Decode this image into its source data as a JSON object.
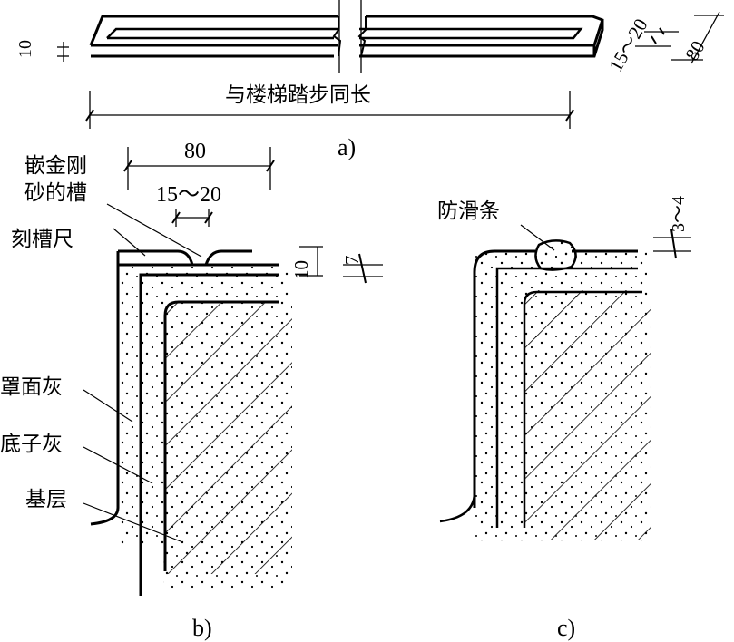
{
  "figure": {
    "a": {
      "caption": "a)",
      "length_label": "与楼梯踏步同长",
      "thickness_dim": "10",
      "groove_width_dim": "15～20",
      "width_dim": "80"
    },
    "b": {
      "caption": "b)",
      "top_width_dim": "80",
      "groove_width_dim": "15～20",
      "thickness_dim": "10",
      "groove_depth_dim": "7",
      "labels": {
        "groove": [
          "嵌金刚",
          "砂的槽"
        ],
        "ruler": "刻槽尺",
        "finish_coat": "罩面灰",
        "base_coat": "底子灰",
        "substrate": "基层"
      }
    },
    "c": {
      "caption": "c)",
      "strip_label": "防滑条",
      "height_dim": "3～4"
    }
  }
}
